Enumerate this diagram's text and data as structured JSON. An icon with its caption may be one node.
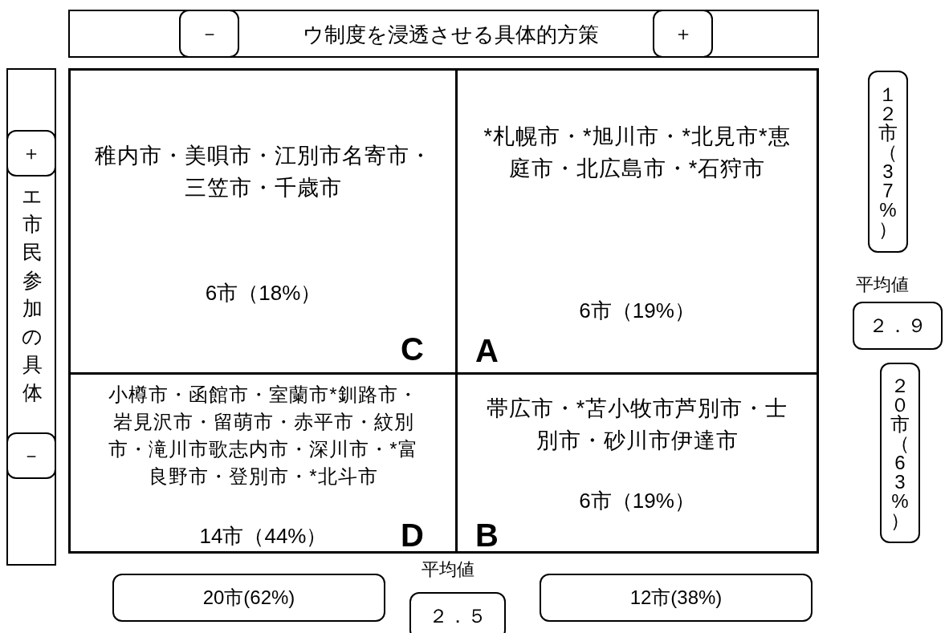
{
  "diagram": {
    "nodes": [
      {
        "text": [
          "ウ制度を浸透させる具体的方策"
        ]
      },
      {
        "text": [
          "－"
        ],
        "in": 0
      },
      {
        "text": [
          "＋"
        ],
        "in": 0
      },
      {
        "text": [
          "エ市民参加の具体"
        ]
      },
      {
        "text": [
          "＋"
        ],
        "in": 3
      },
      {
        "text": [
          "－"
        ],
        "in": 3
      },
      {
        "text": [
          "稚内市・美唄市・江別市名寄市・三笠市・千歳市",
          "6市（18%）",
          "C"
        ]
      },
      {
        "text": [
          "*札幌市・*旭川市・*北見市*恵庭市・北広島市・*石狩市",
          "6市（19%）",
          "A"
        ]
      },
      {
        "text": [
          "小樽市・函館市・室蘭市*釧路市・岩見沢市・留萌市・赤平市・紋別市・滝川市歌志内市・深川市・*富良野市・登別市・*北斗市",
          "14市（44%）",
          "D"
        ]
      },
      {
        "text": [
          "帯広市・*苫小牧市芦別市・士別市・砂川市伊達市",
          "6市（19%）",
          "B"
        ]
      },
      {
        "text": [
          "１２市（37%）"
        ]
      },
      {
        "text": [
          "２．９"
        ]
      },
      {
        "text": [
          "２０市（63%）"
        ]
      },
      {
        "text": [
          "20市(62%)"
        ]
      },
      {
        "text": [
          "２．５"
        ]
      },
      {
        "text": [
          "12市(38%)"
        ]
      }
    ],
    "edges": [],
    "labels": [
      "平均値",
      "平均値"
    ]
  }
}
